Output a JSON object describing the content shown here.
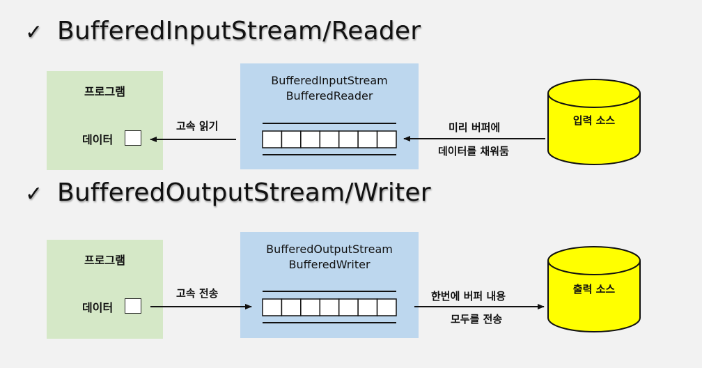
{
  "section1": {
    "check": "✓",
    "heading": "BufferedInputStream/Reader",
    "program": {
      "title": "프로그램",
      "data_label": "데이터"
    },
    "buffer": {
      "line1": "BufferedInputStream",
      "line2": "BufferedReader",
      "cells": 7
    },
    "left_arrow_label": "고속 읽기",
    "right_arrow_label_line1": "미리 버퍼에",
    "right_arrow_label_line2": "데이터를 채워둠",
    "source": "입력 소스"
  },
  "section2": {
    "check": "✓",
    "heading": "BufferedOutputStream/Writer",
    "program": {
      "title": "프로그램",
      "data_label": "데이터"
    },
    "buffer": {
      "line1": "BufferedOutputStream",
      "line2": "BufferedWriter",
      "cells": 7
    },
    "left_arrow_label": "고속 전송",
    "right_arrow_label_line1": "한번에 버퍼 내용",
    "right_arrow_label_line2": "모두를 전송",
    "source": "출력 소스"
  },
  "colors": {
    "background": "#f2f2f2",
    "program_box": "#d5e8c7",
    "buffer_box": "#bdd7ee",
    "cylinder": "#ffff00"
  }
}
